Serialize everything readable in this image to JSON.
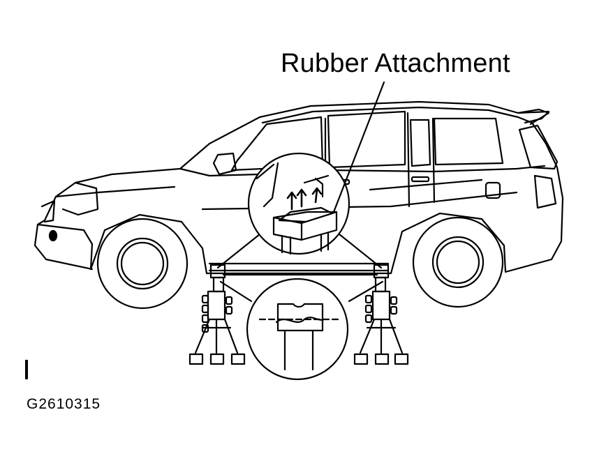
{
  "diagram": {
    "callout_label": "Rubber Attachment",
    "figure_code": "G2610315",
    "figure_mark": "I",
    "colors": {
      "ink": "#000000",
      "paper": "#ffffff"
    }
  }
}
